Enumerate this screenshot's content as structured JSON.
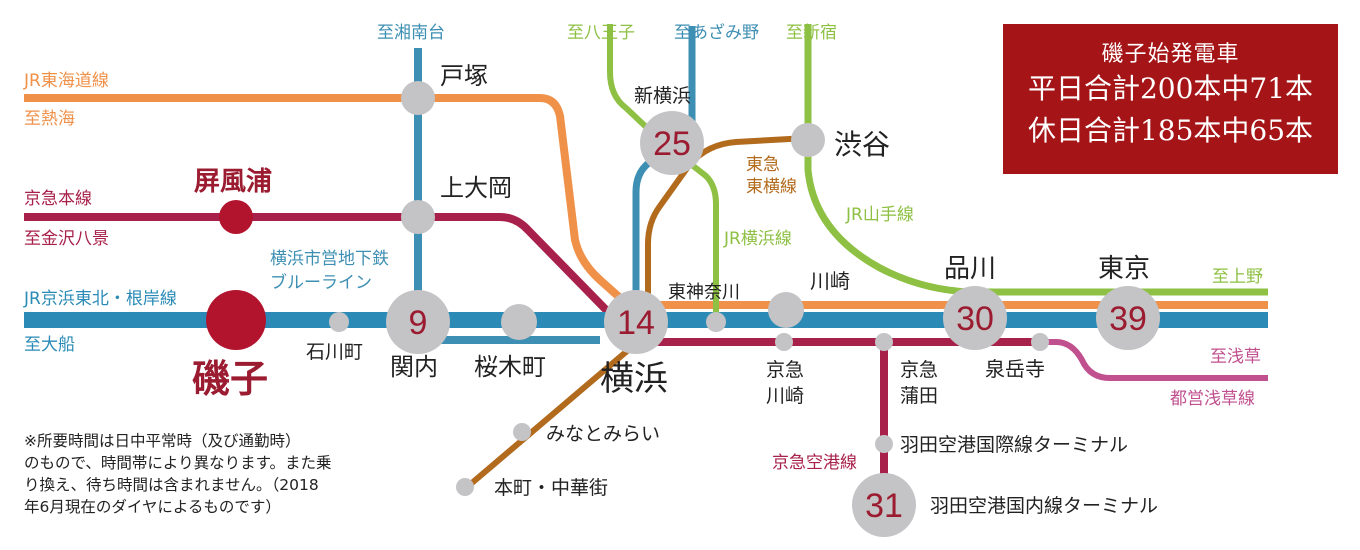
{
  "info_box": {
    "line1": "磯子始発電車",
    "line2": "平日合計200本中71本",
    "line3": "休日合計185本中65本"
  },
  "note_lines": [
    "※所要時間は日中平常時（及び通勤時）",
    "のもので、時間帯により異なります。また乗",
    "り換え、待ち時間は含まれません。（2018",
    "年6月現在のダイヤによるものです）"
  ],
  "line_labels": {
    "jr_tokaido": "JR東海道線",
    "to_atami": "至熱海",
    "keikyu_main": "京急本線",
    "to_kanazawa_hakkei": "至金沢八景",
    "jr_keihin_negishi": "JR京浜東北・根岸線",
    "to_ofuna": "至大船",
    "to_shonandai": "至湘南台",
    "to_hachioji": "至八王子",
    "to_azamino": "至あざみ野",
    "to_shinjuku": "至新宿",
    "subway_line_1": "横浜市営地下鉄",
    "subway_line_2": "ブルーライン",
    "tokyu_toyoko_1": "東急",
    "tokyu_toyoko_2": "東横線",
    "jr_yokohama": "JR横浜線",
    "jr_yamanote": "JR山手線",
    "to_ueno": "至上野",
    "to_asakusa": "至浅草",
    "toei_asakusa": "都営浅草線",
    "keikyu_airport": "京急空港線"
  },
  "stations": {
    "totsuka": "戸塚",
    "byobugaura": "屏風浦",
    "kamiooka": "上大岡",
    "isogo": "磯子",
    "ishikawacho": "石川町",
    "kannai": "関内",
    "sakuragicho": "桜木町",
    "yokohama": "横浜",
    "shin_yokohama": "新横浜",
    "shibuya": "渋谷",
    "higashi_kanagawa": "東神奈川",
    "kawasaki": "川崎",
    "shinagawa": "品川",
    "tokyo": "東京",
    "keikyu_kawasaki_1": "京急",
    "keikyu_kawasaki_2": "川崎",
    "keikyu_kamata_1": "京急",
    "keikyu_kamata_2": "蒲田",
    "sengakuji": "泉岳寺",
    "minatomirai": "みなとみらい",
    "motomachi_chukagai": "本町・中華街",
    "haneda_intl": "羽田空港国際線ターミナル",
    "haneda_dom": "羽田空港国内線ターミナル"
  },
  "travel_minutes": {
    "kannai": "9",
    "yokohama": "14",
    "shin_yokohama": "25",
    "shinagawa": "30",
    "tokyo": "39",
    "haneda_dom": "31"
  },
  "colors": {
    "jr_tokaido": "#f0914a",
    "keikyu": "#a8214b",
    "keihin_tohoku": "#2b8bb6",
    "blue_line": "#3d8fb3",
    "yokohama_line": "#8dc043",
    "yamanote": "#8dc043",
    "tokyu_toyoko": "#b26a1d",
    "toei_asakusa": "#c0508e",
    "isogo_marker": "#b3142d",
    "station_gray": "#c4c4c6",
    "info_box": "#a51416"
  }
}
